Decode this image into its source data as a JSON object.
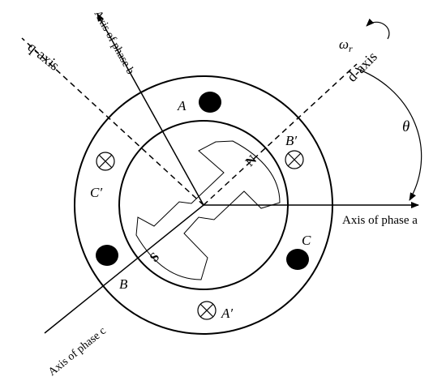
{
  "figure": {
    "axis_a_label": "Axis of phase a",
    "axis_b_label": "Axis of phase b",
    "axis_c_label": "Axis of phase c",
    "d_axis_label": "d-axis",
    "q_axis_label": "q-axis",
    "omega_label": "ω",
    "omega_sub": "r",
    "theta_label": "θ",
    "pole_n": "N",
    "pole_s": "S",
    "coil_a": "A",
    "coil_a_prime": "A′",
    "coil_b": "B",
    "coil_b_prime": "B′",
    "coil_c": "C",
    "coil_c_prime": "C′"
  }
}
